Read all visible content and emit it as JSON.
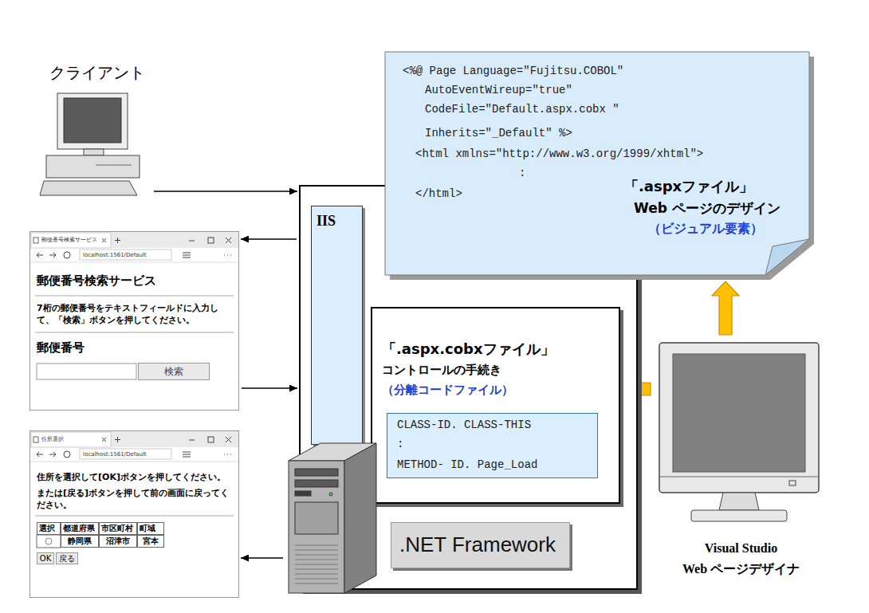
{
  "diagram": {
    "nodes": [
      {
        "text": [
          "クライアント"
        ]
      },
      {
        "text": [
          "郵便番号検索サービス",
          "localhost:1561/Default",
          "郵便番号検索サービス",
          "7桁の郵便番号をテキストフィールドに入力して、「検索」ボタンを押してください。",
          "郵便番号",
          "検索"
        ]
      },
      {
        "text": [
          "住所選択",
          "localhost:1561/Default",
          "住所を選択して[OK]ボタンを押してください。",
          "または[戻る]ボタンを押して前の画面に戻ってください。",
          "選択",
          "都道府県",
          "市区町村",
          "町域",
          "静岡県",
          "沼津市",
          "宮本",
          "OK",
          "戻る"
        ]
      },
      {
        "text": [
          "<%@ Page Language=\"Fujitsu.COBOL\"",
          "AutoEventWireup=\"true\"",
          "CodeFile=\"Default.aspx.cobx \"",
          "Inherits=\"_Default\" %>",
          "<html xmlns=\"http://www.w3.org/1999/xhtml\">",
          ":",
          "</html>",
          "「.aspxファイル」",
          "Web ページのデザイン",
          "（ビジュアル要素）"
        ]
      },
      {
        "text": []
      },
      {
        "text": [
          "IIS"
        ],
        "in": 4
      },
      {
        "text": [
          "「.aspx.cobxファイル」",
          "コントロールの手続き",
          "（分離コードファイル）"
        ],
        "in": 4
      },
      {
        "text": [
          "CLASS-ID. CLASS-THIS",
          ":",
          "METHOD- ID. Page_Load"
        ],
        "in": 6
      },
      {
        "text": [
          ".NET Framework"
        ],
        "in": 4
      },
      {
        "text": [
          "Visual Studio",
          "Web ページデザイナ"
        ]
      }
    ],
    "edges": [
      {
        "from": 0,
        "to": 4,
        "arrow": "to"
      },
      {
        "from": 4,
        "to": 1,
        "arrow": "to"
      },
      {
        "from": 1,
        "to": 4,
        "arrow": "to"
      },
      {
        "from": 4,
        "to": 2,
        "arrow": "to"
      },
      {
        "from": 9,
        "to": 3,
        "arrow": "to"
      },
      {
        "from": 9,
        "to": 6,
        "arrow": "to"
      }
    ]
  }
}
